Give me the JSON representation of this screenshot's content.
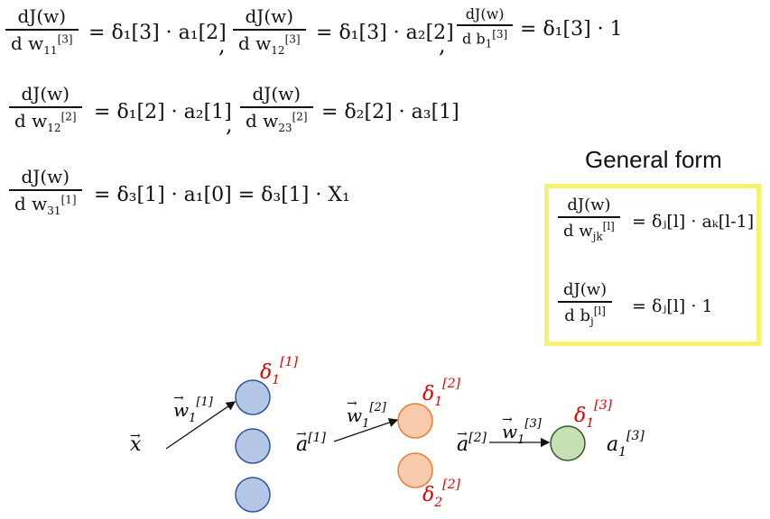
{
  "equations": [
    {
      "lhs_num": "dJ(w)",
      "lhs_den": "d w",
      "lhs_den_sub": "11",
      "lhs_den_sup": "[3]",
      "rhs": "δ₁[3] · a₁[2]"
    },
    {
      "lhs_num": "dJ(w)",
      "lhs_den": "d w",
      "lhs_den_sub": "12",
      "lhs_den_sup": "[3]",
      "rhs": "δ₁[3] · a₂[2]"
    },
    {
      "lhs_num": "dJ(w)",
      "lhs_den": "d b",
      "lhs_den_sub": "1",
      "lhs_den_sup": "[3]",
      "rhs": "δ₁[3] · 1"
    },
    {
      "lhs_num": "dJ(w)",
      "lhs_den": "d w",
      "lhs_den_sub": "12",
      "lhs_den_sup": "[2]",
      "rhs": "δ₁[2] · a₂[1]"
    },
    {
      "lhs_num": "dJ(w)",
      "lhs_den": "d w",
      "lhs_den_sub": "23",
      "lhs_den_sup": "[2]",
      "rhs": "δ₂[2] · a₃[1]"
    },
    {
      "lhs_num": "dJ(w)",
      "lhs_den": "d w",
      "lhs_den_sub": "31",
      "lhs_den_sup": "[1]",
      "rhs": "δ₃[1] · a₁[0] = δ₃[1] · X₁"
    }
  ],
  "general": {
    "title": "General form",
    "eq1": {
      "num": "dJ(w)",
      "den": "d w",
      "den_sub": "jk",
      "den_sup": "[l]",
      "rhs": "δⱼ[l] · aₖ[l-1]"
    },
    "eq2": {
      "num": "dJ(w)",
      "den": "d b",
      "den_sub": "j",
      "den_sup": "[l]",
      "rhs": "δⱼ[l] · 1"
    },
    "box_color": "#f5f36a"
  },
  "network": {
    "input_label": "x",
    "w1_label": "w",
    "w1_sub": "1",
    "w1_sup": "[1]",
    "a1_label": "a",
    "a1_sup": "[1]",
    "w2_label": "w",
    "w2_sub": "1",
    "w2_sup": "[2]",
    "a2_label": "a",
    "a2_sup": "[2]",
    "w3_label": "w",
    "w3_sub": "1",
    "w3_sup": "[3]",
    "out_label": "a",
    "out_sub": "1",
    "out_sup": "[3]",
    "delta_l1": {
      "sym": "δ",
      "sub": "1",
      "sup": "[1]"
    },
    "delta_l2a": {
      "sym": "δ",
      "sub": "1",
      "sup": "[2]"
    },
    "delta_l2b": {
      "sym": "δ",
      "sub": "2",
      "sup": "[2]"
    },
    "delta_l3": {
      "sym": "δ",
      "sub": "1",
      "sup": "[3]"
    },
    "colors": {
      "layer1_fill": "#b4c7e7",
      "layer1_stroke": "#2f5597",
      "layer2_fill": "#f8cbad",
      "layer2_stroke": "#ed7d31",
      "layer3_fill": "#c5e0b4",
      "layer3_stroke": "#375623",
      "delta": "#e00000"
    }
  }
}
